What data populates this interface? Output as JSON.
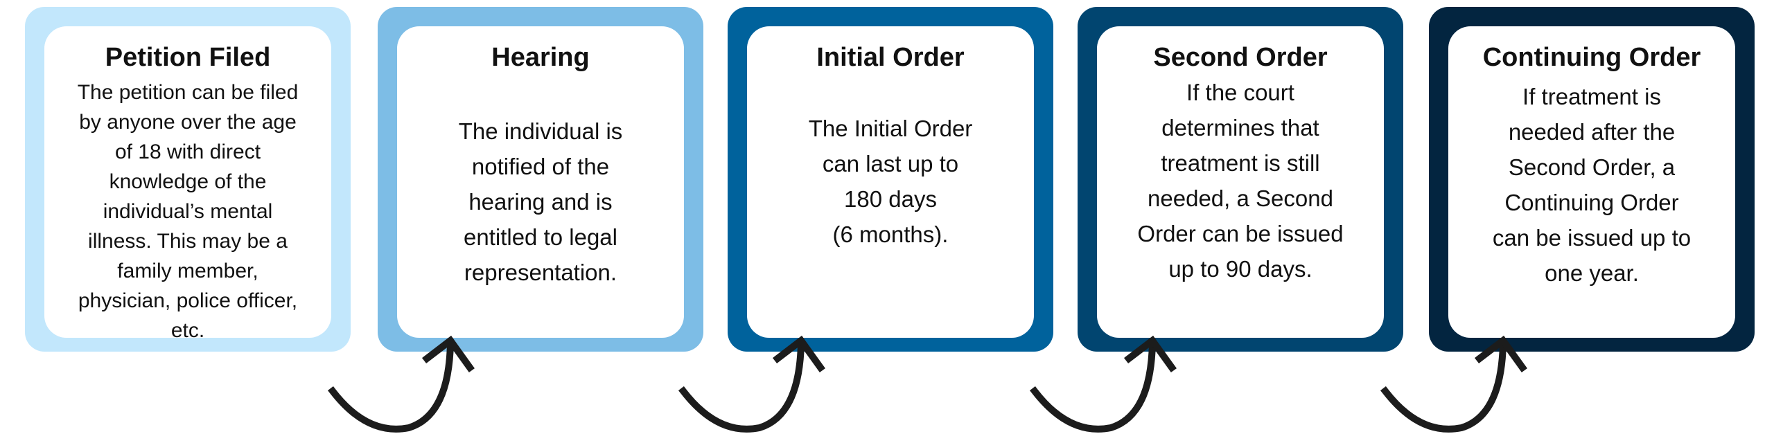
{
  "steps": [
    {
      "title": "Petition Filed",
      "body": "The petition can be filed\nby anyone over the age\nof 18 with direct\nknowledge of the\nindividual’s mental\nillness. This may be a\nfamily member,\nphysician, police officer,\netc.",
      "color": "#c2e7fc"
    },
    {
      "title": "Hearing",
      "body": "The individual is\nnotified of the\nhearing and is\nentitled to legal\nrepresentation.",
      "color": "#7dbde6"
    },
    {
      "title": "Initial Order",
      "body": "The Initial Order\ncan last up to\n180 days\n(6 months).",
      "color": "#00629c"
    },
    {
      "title": "Second Order",
      "body": "If the court\ndetermines that\ntreatment is still\nneeded, a Second\nOrder can be issued\nup to 90 days.",
      "color": "#014570"
    },
    {
      "title": "Continuing Order",
      "body": "If treatment is\nneeded after the\nSecond Order, a\nContinuing Order\ncan be issued up to\none year.",
      "color": "#032540"
    }
  ],
  "arrow_color": "#1c1c1c"
}
